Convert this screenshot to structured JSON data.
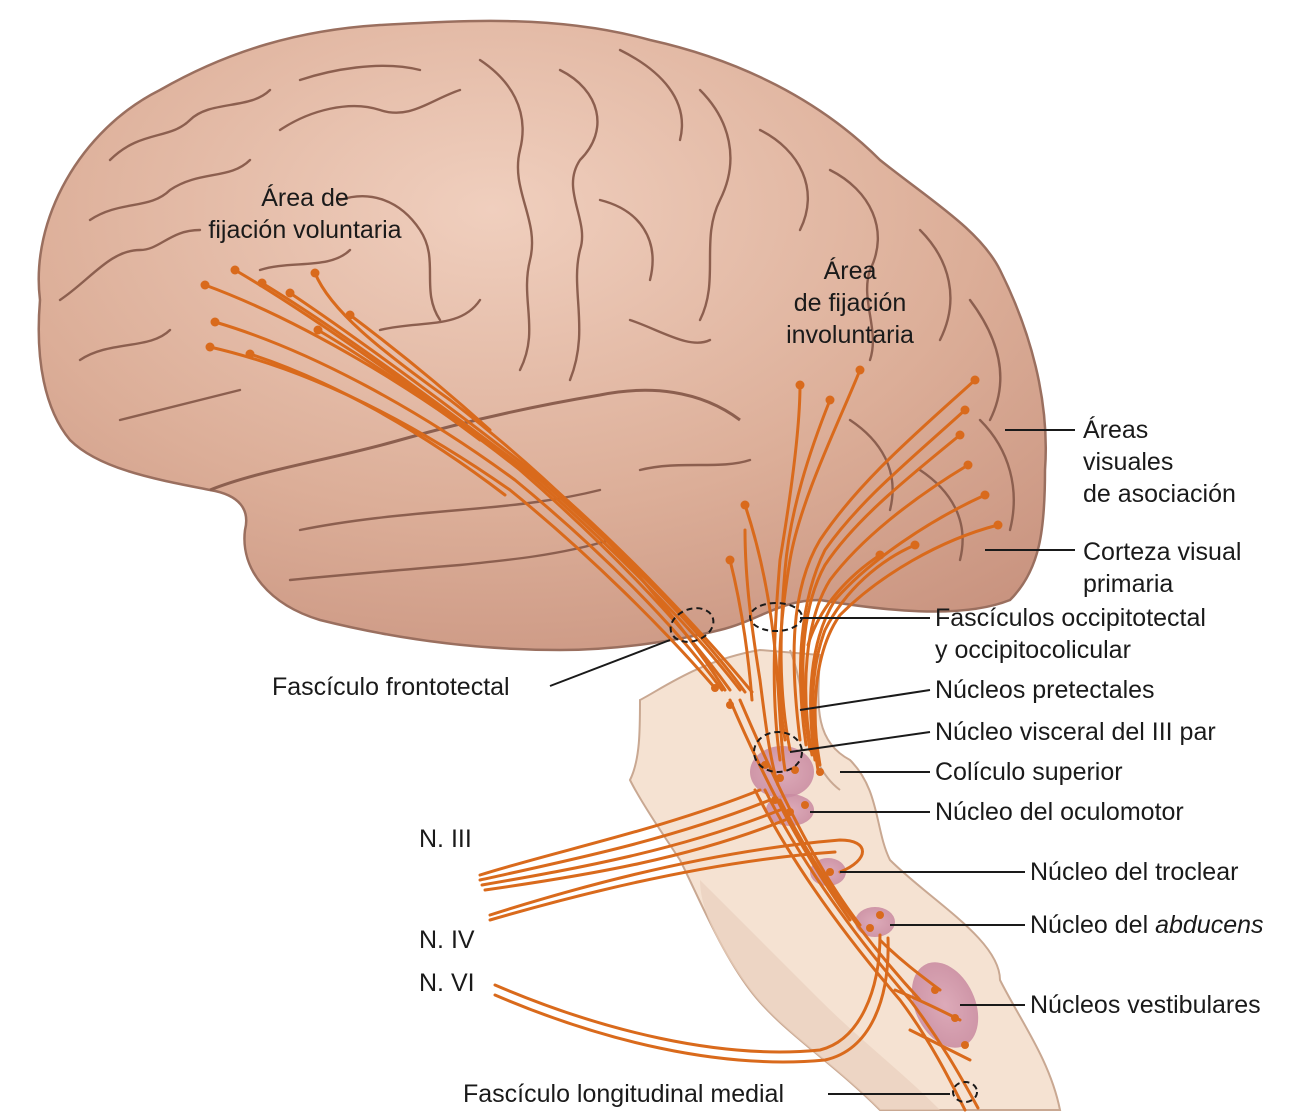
{
  "labels": {
    "voluntary_area": [
      "Área de",
      "fijación voluntaria"
    ],
    "involuntary_area": [
      "Área",
      "de fijación",
      "involuntaria"
    ],
    "visual_association": [
      "Áreas",
      "visuales",
      "de asociación"
    ],
    "primary_visual": [
      "Corteza visual",
      "primaria"
    ],
    "occipito_tracts": [
      "Fascículos occipitotectal",
      "y occipitocolicular"
    ],
    "frontotectal": "Fascículo frontotectal",
    "pretectal": "Núcleos pretectales",
    "visceral_iii": "Núcleo visceral del III par",
    "superior_colliculus": "Colículo superior",
    "oculomotor": "Núcleo del oculomotor",
    "trochlear": "Núcleo del troclear",
    "abducens_prefix": "Núcleo del",
    "abducens_italic": "abducens",
    "vestibular": "Núcleos vestibulares",
    "mlf": "Fascículo longitudinal medial",
    "n3": "N. III",
    "n4": "N. IV",
    "n6": "N. VI"
  },
  "colors": {
    "brain_fill": "#dcae98",
    "brain_outline": "#9a6f5f",
    "sulcus": "#8c5f4f",
    "brainstem": "#f3dcc9",
    "fiber": "#d96a1c",
    "nucleus": "#c98aa0",
    "leader": "#1a1a1a"
  }
}
